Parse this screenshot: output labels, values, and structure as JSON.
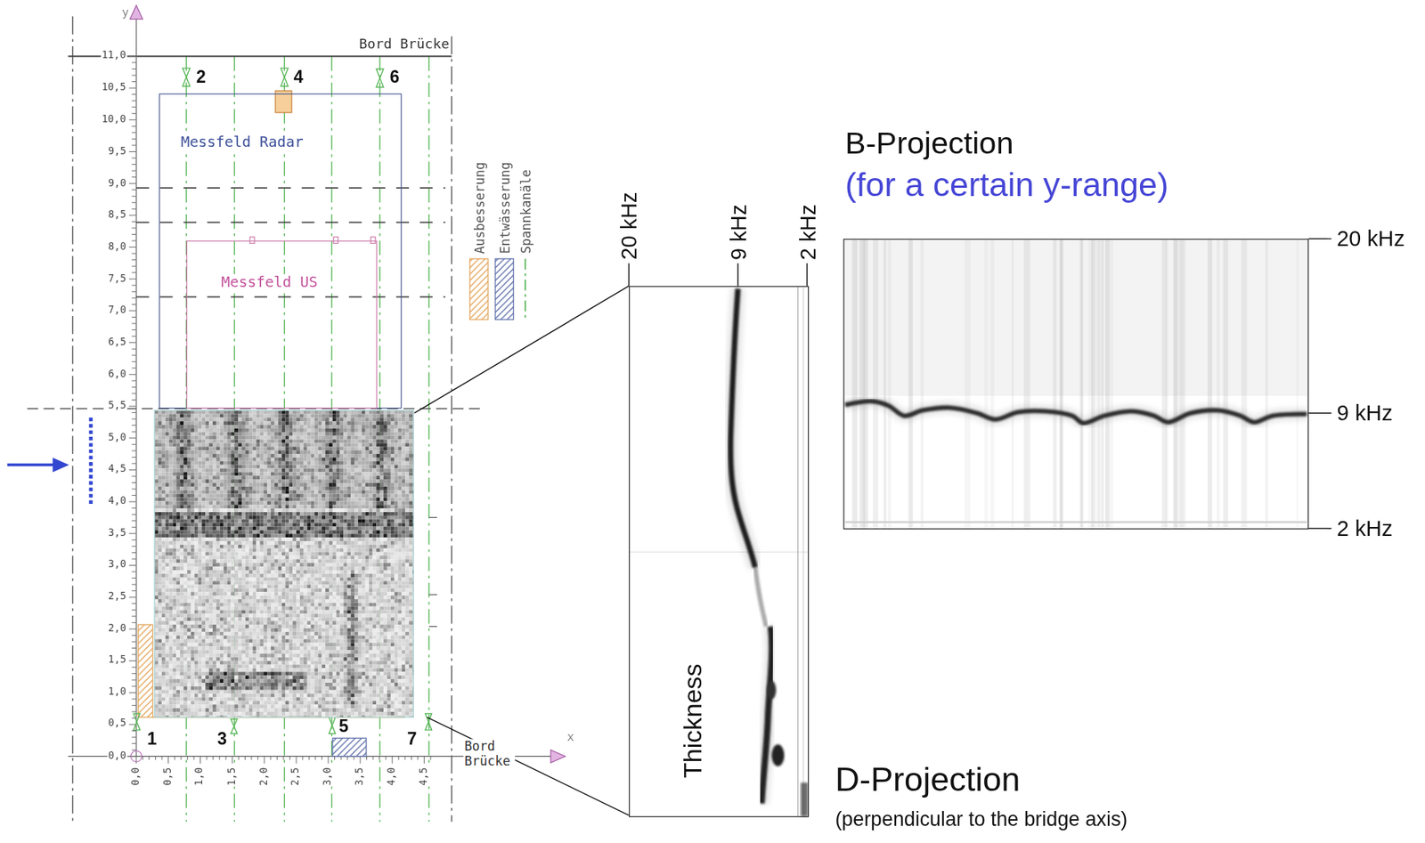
{
  "diagram": {
    "nodes": [
      {
        "text": [
          "Messfeld Radar"
        ]
      },
      {
        "text": [
          "Messfeld US"
        ],
        "in": 0
      },
      {
        "text": [
          "Thickness"
        ]
      },
      {
        "text": [
          "B-Projection",
          "(for a certain y-range)"
        ]
      }
    ],
    "labels": [
      "y",
      "11,0",
      "10,5",
      "10,0",
      "9,5",
      "9,0",
      "8,5",
      "8,0",
      "7,5",
      "7,0",
      "6,5",
      "6,0",
      "5,5",
      "5,0",
      "4,5",
      "4,0",
      "3,5",
      "3,0",
      "2,5",
      "2,0",
      "1,5",
      "1,0",
      "0,5",
      "0,0",
      "Bord Brücke",
      "0,0",
      "0,5",
      "1,0",
      "1,5",
      "2,0",
      "2,5",
      "3,0",
      "3,5",
      "4,0",
      "4,5",
      "x",
      "Bord Brücke",
      "2",
      "4",
      "6",
      "1",
      "3",
      "5",
      "7",
      "20 kHz",
      "9 kHz",
      "2 kHz",
      "20 kHz",
      "9 kHz",
      "2 kHz",
      "D-Projection",
      "(perpendicular to the bridge axis)"
    ],
    "legend": [
      {
        "text": "Ausbesserung"
      },
      {
        "text": "Entwässerung"
      },
      {
        "text": "Spannkanäle"
      }
    ]
  }
}
